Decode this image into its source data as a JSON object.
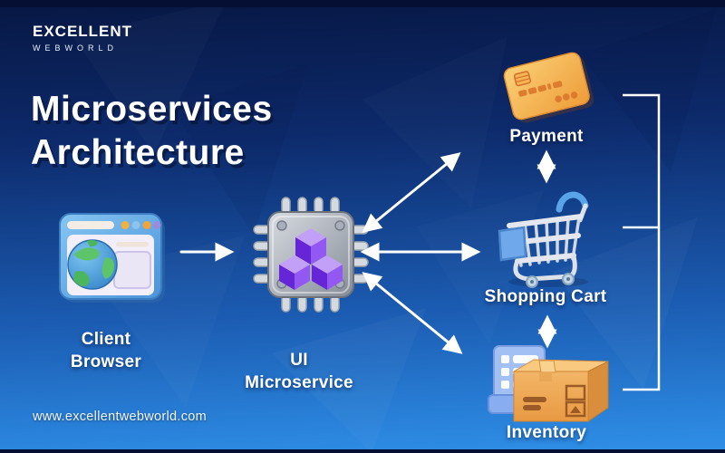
{
  "brand": {
    "name": "EXCELLENT",
    "sub": "WEBWORLD"
  },
  "title": {
    "line1": "Microservices",
    "line2": "Architecture"
  },
  "footer": {
    "url": "www.excellentwebworld.com"
  },
  "diagram": {
    "nodes": {
      "client": {
        "label_line1": "Client",
        "label_line2": "Browser",
        "icon": "browser-globe-icon"
      },
      "ui": {
        "label_line1": "UI",
        "label_line2": "Microservice",
        "icon": "microchip-cubes-icon"
      },
      "payment": {
        "label": "Payment",
        "icon": "credit-card-icon"
      },
      "cart": {
        "label": "Shopping Cart",
        "icon": "shopping-cart-icon"
      },
      "inventory": {
        "label": "Inventory",
        "icon": "inventory-box-icon"
      }
    },
    "connections": [
      {
        "from": "client-browser",
        "to": "ui-microservice",
        "type": "one-way-arrow"
      },
      {
        "from": "ui-microservice",
        "to": "payment",
        "type": "two-way-arrow"
      },
      {
        "from": "ui-microservice",
        "to": "shopping-cart",
        "type": "two-way-arrow"
      },
      {
        "from": "ui-microservice",
        "to": "inventory",
        "type": "two-way-arrow"
      },
      {
        "from": "payment",
        "to": "shopping-cart",
        "type": "two-way-arrow"
      },
      {
        "from": "shopping-cart",
        "to": "inventory",
        "type": "two-way-arrow"
      },
      {
        "from": "payment",
        "to": "inventory",
        "type": "bracket-connector"
      }
    ]
  },
  "colors": {
    "background_top": "#081a4d",
    "background_bottom": "#2f90e8",
    "text": "#ffffff",
    "card_orange": "#f2a94e",
    "cube_purple": "#8a4bf0",
    "browser_blue": "#5fa8e8"
  }
}
